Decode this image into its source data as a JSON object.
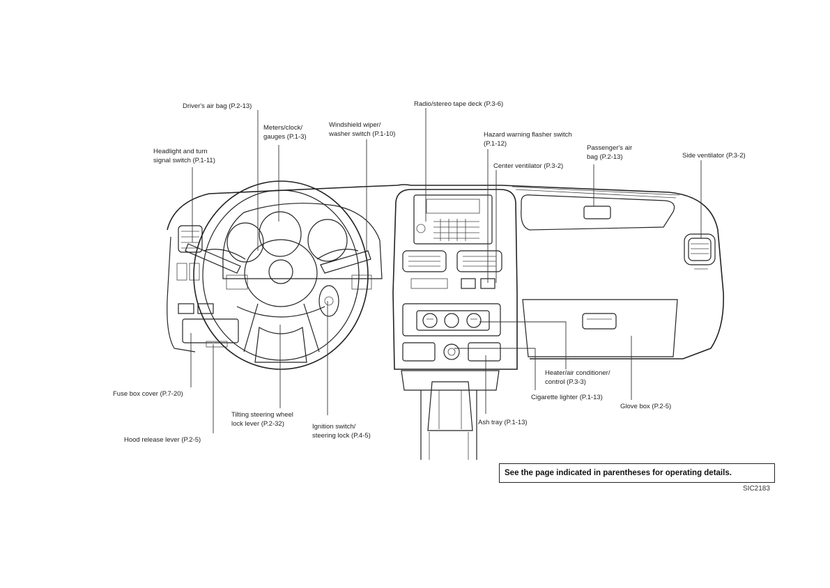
{
  "labels": {
    "drivers_air_bag": "Driver's air bag (P.2-13)",
    "radio": "Radio/stereo tape deck (P.3-6)",
    "meters_1": "Meters/clock/",
    "meters_2": "gauges (P.1-3)",
    "wiper_1": "Windshield wiper/",
    "wiper_2": "washer switch (P.1-10)",
    "headlight_1": "Headlight and turn",
    "headlight_2": "signal switch (P.1-11)",
    "hazard_1": "Hazard warning flasher switch",
    "hazard_2": "(P.1-12)",
    "center_vent": "Center ventilator (P.3-2)",
    "passenger_1": "Passenger's air",
    "passenger_2": "bag (P.2-13)",
    "side_vent": "Side ventilator (P.3-2)",
    "fuse": "Fuse box cover (P.7-20)",
    "hood": "Hood release lever (P.2-5)",
    "tilt_1": "Tilting steering wheel",
    "tilt_2": "lock lever (P.2-32)",
    "ignition_1": "Ignition switch/",
    "ignition_2": "steering lock (P.4-5)",
    "ash": "Ash tray (P.1-13)",
    "heater_1": "Heater/air conditioner/",
    "heater_2": "control (P.3-3)",
    "lighter": "Cigarette lighter (P.1-13)",
    "glove": "Glove box (P.2-5)"
  },
  "note": "See the page indicated in parentheses for operating details.",
  "figure_code": "SIC2183"
}
